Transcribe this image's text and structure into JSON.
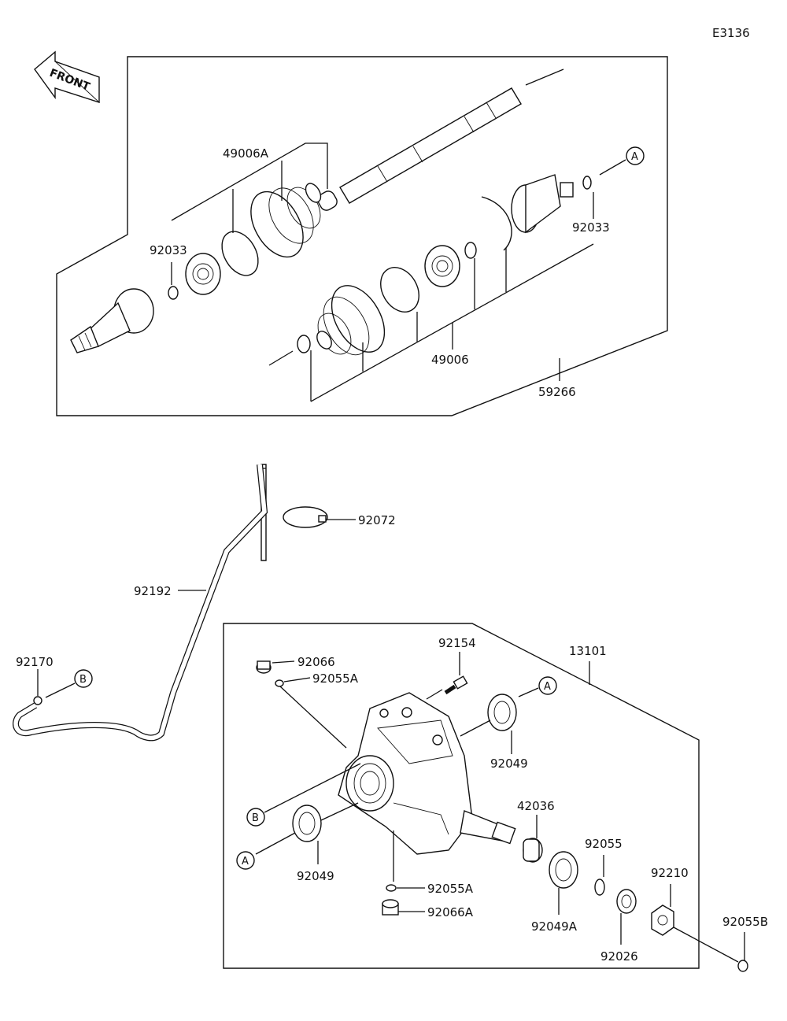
{
  "diagram_code": "E3136",
  "front_arrow": {
    "label": "FRONT"
  },
  "callouts": {
    "A": "A",
    "B": "B"
  },
  "part_numbers": {
    "p49006A": "49006A",
    "p92033_left": "92033",
    "p92033_right": "92033",
    "p49006": "49006",
    "p59266": "59266",
    "p92072": "92072",
    "p92192": "92192",
    "p92170": "92170",
    "p92066": "92066",
    "p92055A_top": "92055A",
    "p92154": "92154",
    "p13101": "13101",
    "p92049_top": "92049",
    "p42036": "42036",
    "p92049_left": "92049",
    "p92055": "92055",
    "p92210": "92210",
    "p92055A_bottom": "92055A",
    "p92066A": "92066A",
    "p92049A": "92049A",
    "p92026": "92026",
    "p92055B": "92055B"
  }
}
